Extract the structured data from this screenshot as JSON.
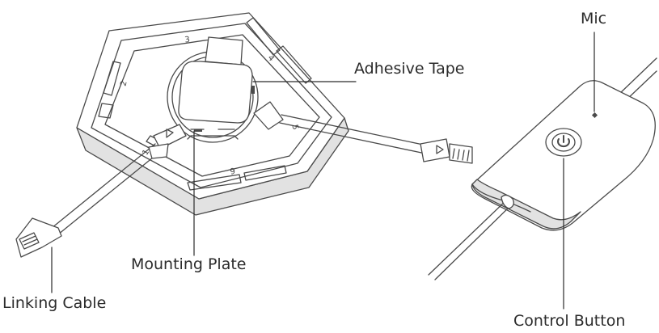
{
  "labels": {
    "mic": "Mic",
    "adhesive_tape": "Adhesive Tape",
    "mounting_plate": "Mounting Plate",
    "linking_cable": "Linking Cable",
    "control_button": "Control Button"
  },
  "edge_numbers": [
    "1",
    "2",
    "3",
    "4",
    "5",
    "6"
  ],
  "colors": {
    "line": "#4a4a4a",
    "panel_side": "#e2e2e2",
    "text": "#2b2b2b"
  }
}
